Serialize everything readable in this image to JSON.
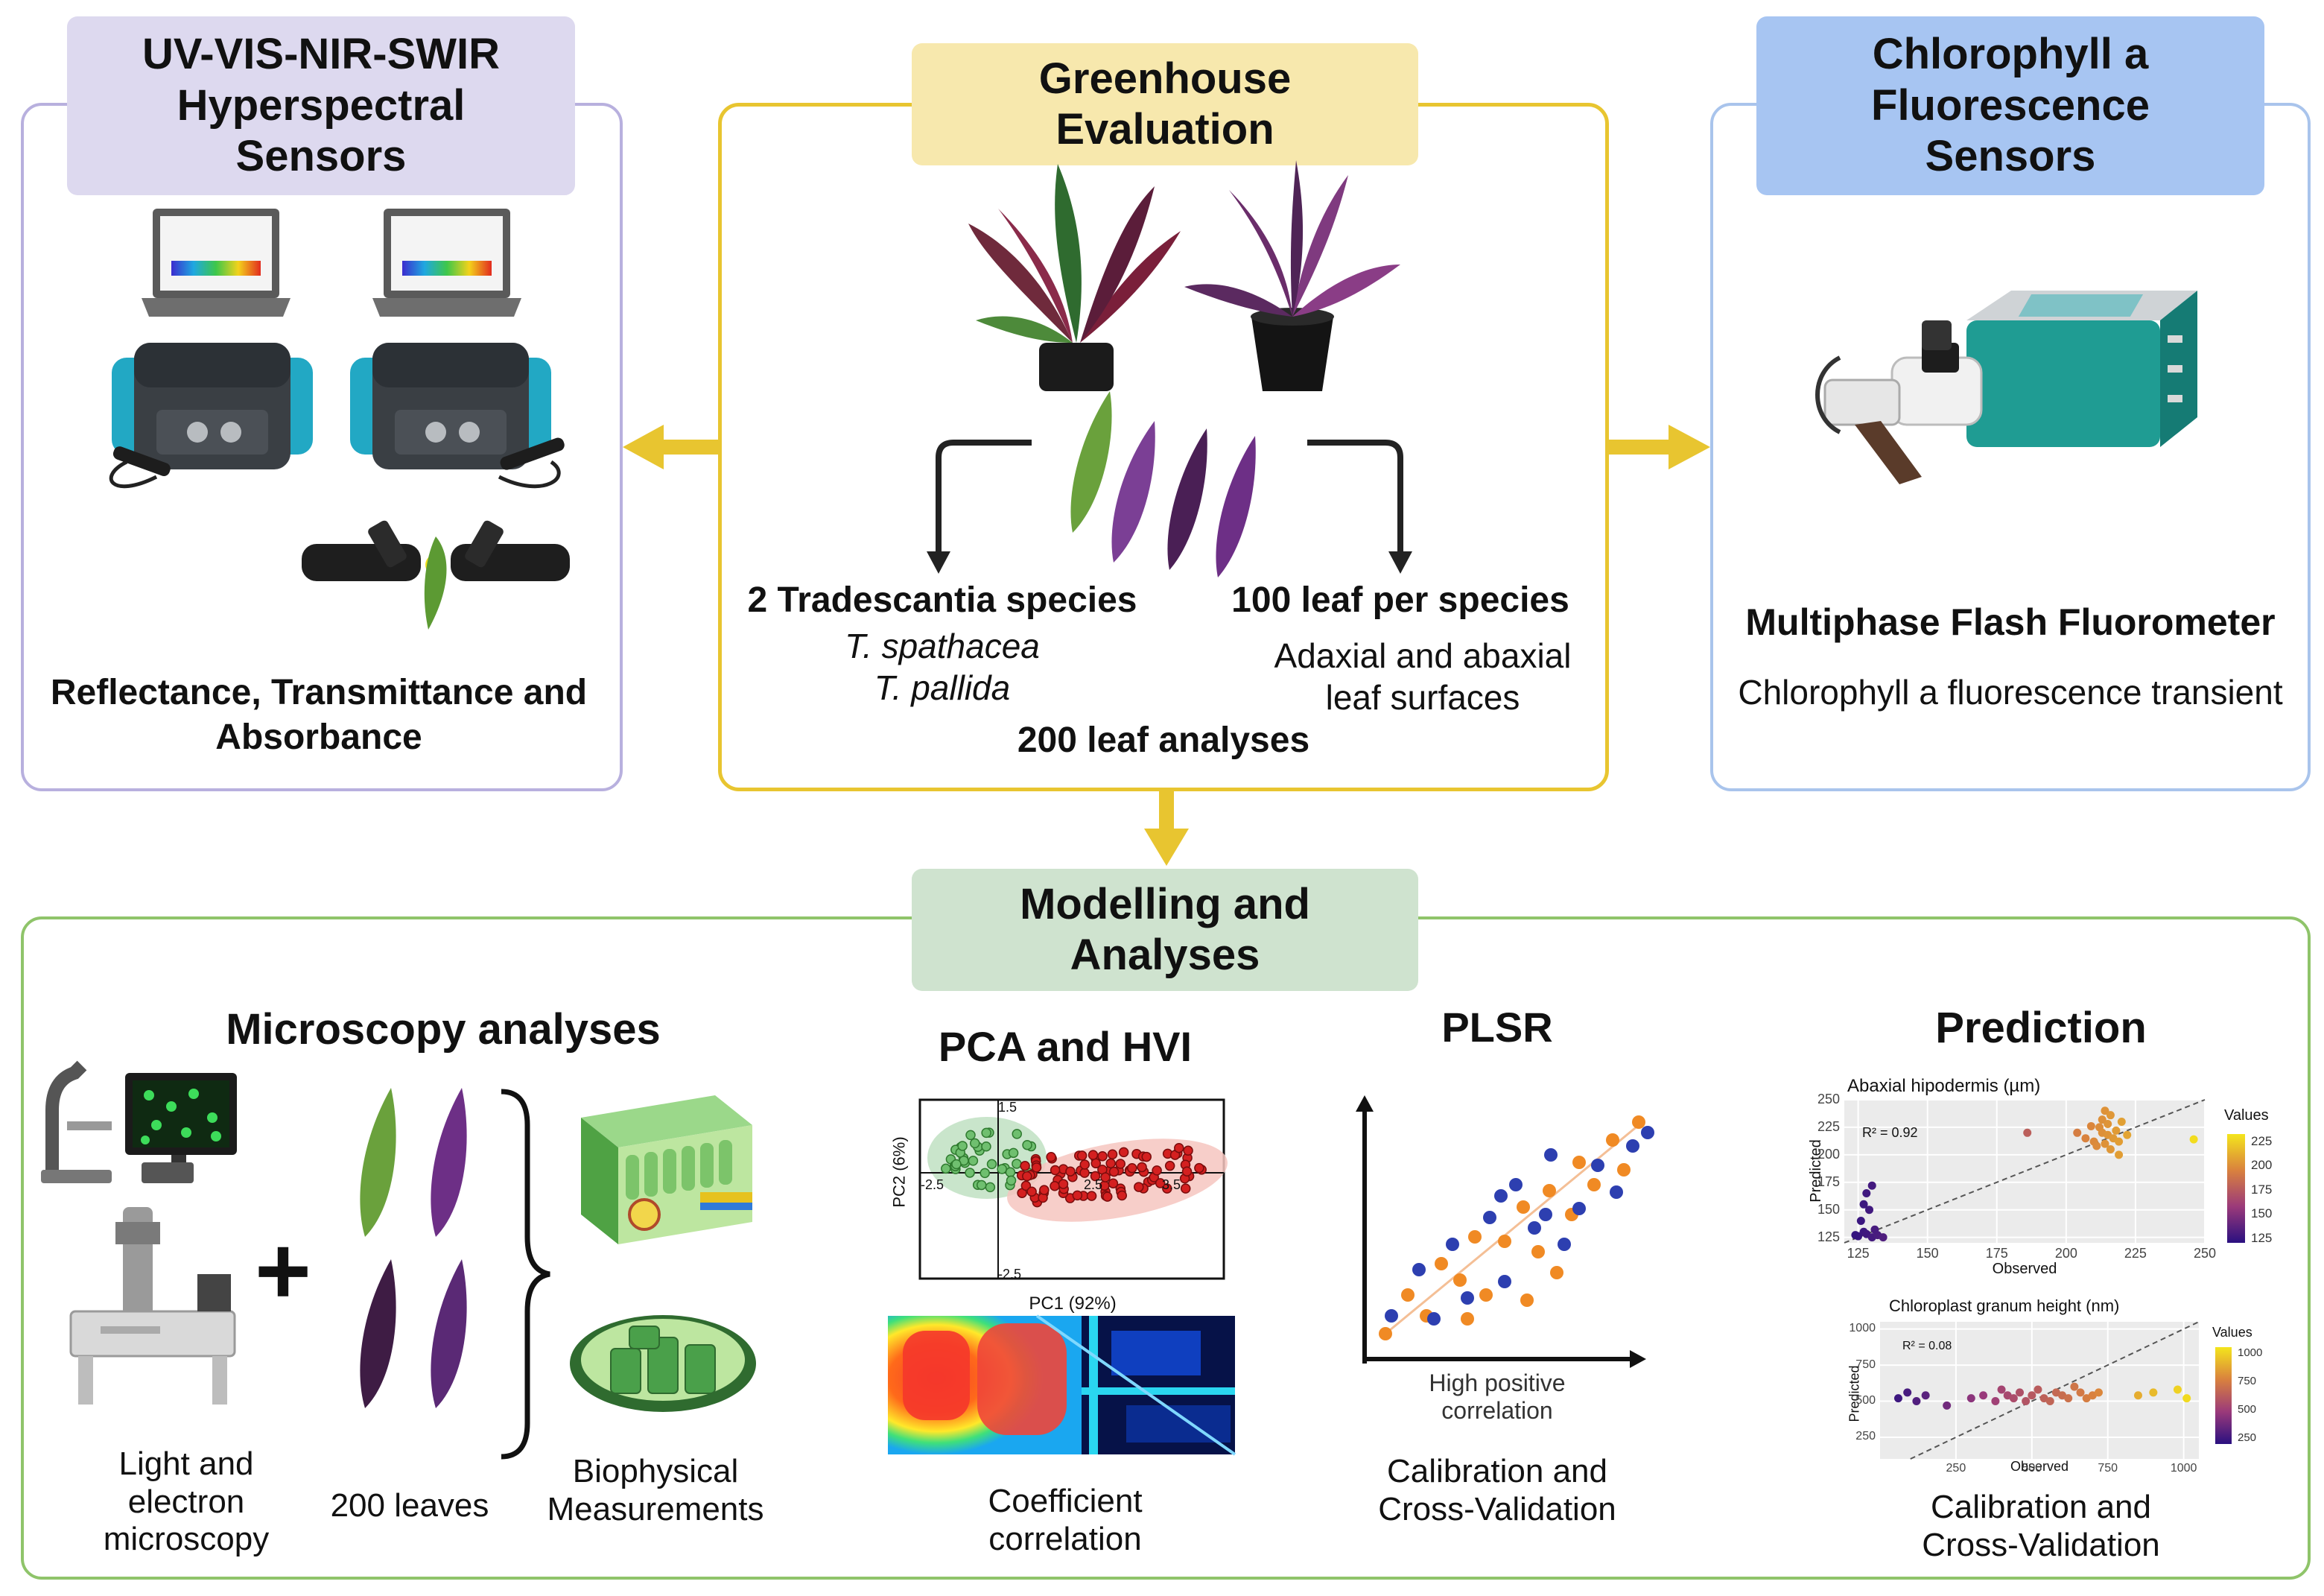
{
  "panels": {
    "hyperspectral": {
      "header_lines": [
        "UV-VIS-NIR-SWIR",
        "Hyperspectral",
        "Sensors"
      ],
      "caption_lines": [
        "Reflectance, Transmittance and",
        "Absorbance"
      ],
      "border_color": "#b8b0de",
      "header_color": "#ddd9ef"
    },
    "greenhouse": {
      "header_lines": [
        "Greenhouse",
        "Evaluation"
      ],
      "left_title": "2 Tradescantia species",
      "species": [
        "T. spathacea",
        "T. pallida"
      ],
      "right_title": "100 leaf per species",
      "right_lines": [
        "Adaxial and abaxial",
        "leaf surfaces"
      ],
      "total": "200 leaf analyses",
      "border_color": "#e8c530",
      "header_color": "#f7e8ad"
    },
    "fluorescence": {
      "header_lines": [
        "Chlorophyll a",
        "Fluorescence",
        "Sensors"
      ],
      "device_title": "Multiphase Flash Fluorometer",
      "device_subtitle": "Chlorophyll a fluorescence transient",
      "border_color": "#a9c4ec",
      "header_color": "#a7c5f2"
    },
    "modelling": {
      "header_lines": [
        "Modelling and",
        "Analyses"
      ],
      "border_color": "#8fc46a",
      "header_color": "#cfe3cf"
    }
  },
  "microscopy": {
    "title": "Microscopy analyses",
    "light_lines": [
      "Light and",
      "electron",
      "microscopy"
    ],
    "leaves_label": "200 leaves",
    "bio_lines": [
      "Biophysical",
      "Measurements"
    ]
  },
  "pca": {
    "title": "PCA and HVI",
    "xlabel": "PC1 (92%)",
    "ylabel": "PC2 (6%)",
    "ticks": [
      "1.5",
      "-2.5",
      "2.5",
      "3.5",
      "-2.5"
    ],
    "caption_lines": [
      "Coefficient",
      "correlation"
    ]
  },
  "plsr": {
    "title": "PLSR",
    "note_lines": [
      "High positive",
      "correlation"
    ],
    "caption_lines": [
      "Calibration and",
      "Cross-Validation"
    ]
  },
  "prediction": {
    "title": "Prediction",
    "caption_lines": [
      "Calibration and",
      "Cross-Validation"
    ],
    "legend_title": "Values"
  },
  "chart_data": [
    {
      "type": "scatter",
      "title": "Abaxial hipodermis (µm)",
      "xlabel": "Observed",
      "ylabel": "Predicted",
      "annotation": "R² = 0.92",
      "xlim": [
        120,
        250
      ],
      "ylim": [
        120,
        250
      ],
      "xticks": [
        "125",
        "150",
        "175",
        "200",
        "225",
        "250"
      ],
      "yticks": [
        "125",
        "150",
        "175",
        "200",
        "225",
        "250"
      ],
      "legend_ticks": [
        "225",
        "200",
        "175",
        "150",
        "125"
      ],
      "points": [
        [
          125,
          126
        ],
        [
          127,
          130
        ],
        [
          128,
          128
        ],
        [
          130,
          125
        ],
        [
          126,
          140
        ],
        [
          129,
          150
        ],
        [
          128,
          165
        ],
        [
          130,
          172
        ],
        [
          127,
          155
        ],
        [
          132,
          127
        ],
        [
          134,
          125
        ],
        [
          124,
          127
        ],
        [
          131,
          132
        ],
        [
          186,
          220
        ],
        [
          204,
          220
        ],
        [
          207,
          215
        ],
        [
          210,
          212
        ],
        [
          212,
          225
        ],
        [
          213,
          220
        ],
        [
          214,
          210
        ],
        [
          215,
          218
        ],
        [
          215,
          228
        ],
        [
          216,
          205
        ],
        [
          217,
          215
        ],
        [
          218,
          222
        ],
        [
          219,
          212
        ],
        [
          220,
          230
        ],
        [
          214,
          240
        ],
        [
          216,
          236
        ],
        [
          211,
          208
        ],
        [
          219,
          200
        ],
        [
          213,
          232
        ],
        [
          209,
          226
        ],
        [
          222,
          218
        ],
        [
          246,
          214
        ]
      ]
    },
    {
      "type": "scatter",
      "title": "Chloroplast granum height (nm)",
      "xlabel": "Observed",
      "ylabel": "Predicted",
      "annotation": "R² = 0.08",
      "xlim": [
        0,
        1050
      ],
      "ylim": [
        100,
        1050
      ],
      "xticks": [
        "250",
        "500",
        "750",
        "1000"
      ],
      "yticks": [
        "250",
        "500",
        "750",
        "1000"
      ],
      "legend_ticks": [
        "1000",
        "750",
        "500",
        "250"
      ],
      "points": [
        [
          60,
          520
        ],
        [
          90,
          560
        ],
        [
          120,
          500
        ],
        [
          150,
          540
        ],
        [
          220,
          470
        ],
        [
          300,
          520
        ],
        [
          340,
          540
        ],
        [
          380,
          500
        ],
        [
          400,
          580
        ],
        [
          420,
          540
        ],
        [
          440,
          520
        ],
        [
          460,
          560
        ],
        [
          480,
          500
        ],
        [
          500,
          540
        ],
        [
          520,
          580
        ],
        [
          540,
          520
        ],
        [
          560,
          500
        ],
        [
          580,
          560
        ],
        [
          600,
          540
        ],
        [
          620,
          520
        ],
        [
          640,
          600
        ],
        [
          660,
          560
        ],
        [
          680,
          520
        ],
        [
          700,
          540
        ],
        [
          720,
          560
        ],
        [
          850,
          540
        ],
        [
          900,
          560
        ],
        [
          980,
          580
        ],
        [
          1010,
          520
        ]
      ]
    }
  ]
}
